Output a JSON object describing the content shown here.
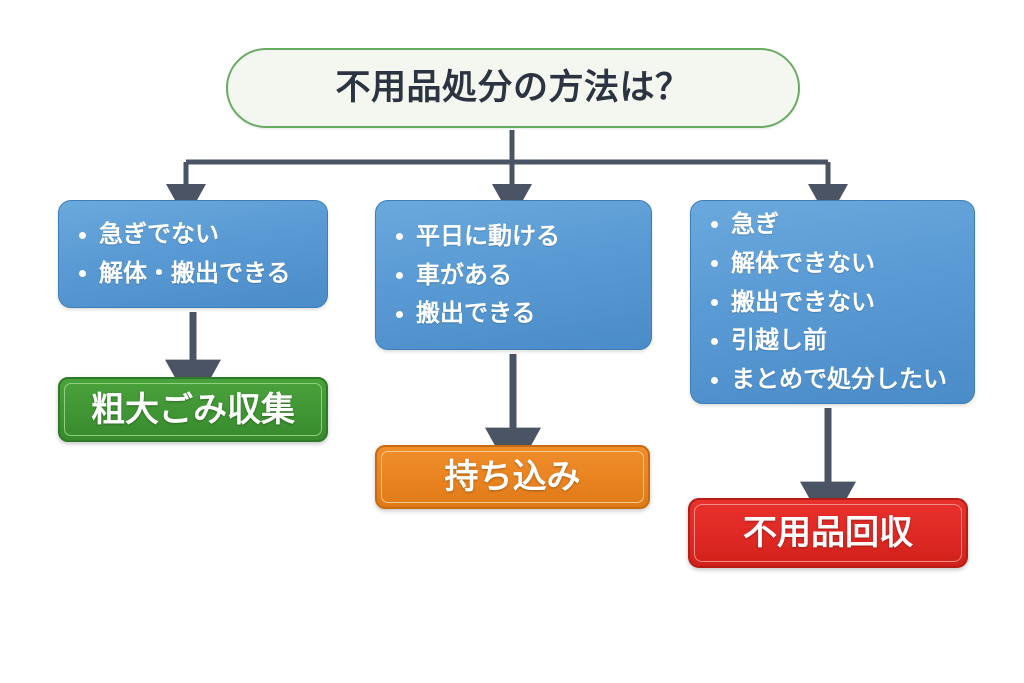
{
  "diagram": {
    "title": "不用品処分の方法は？",
    "title_colors": {
      "background": "#f4f7ef",
      "border": "#6aab63",
      "text": "#2b3440"
    },
    "connector_color": "#4a5464",
    "branches": [
      {
        "id": "branch-1",
        "conditions": [
          "急ぎでない",
          "解体・搬出できる"
        ],
        "condition_color": "#5b9bd5",
        "result": "粗大ごみ収集",
        "result_color": "#3f9433"
      },
      {
        "id": "branch-2",
        "conditions": [
          "平日に動ける",
          "車がある",
          "搬出できる"
        ],
        "condition_color": "#5b9bd5",
        "result": "持ち込み",
        "result_color": "#e8821f"
      },
      {
        "id": "branch-3",
        "conditions": [
          "急ぎ",
          "解体できない",
          "搬出できない",
          "引越し前",
          "まとめで処分したい"
        ],
        "condition_color": "#5b9bd5",
        "result": "不用品回収",
        "result_color": "#de2823"
      }
    ]
  }
}
